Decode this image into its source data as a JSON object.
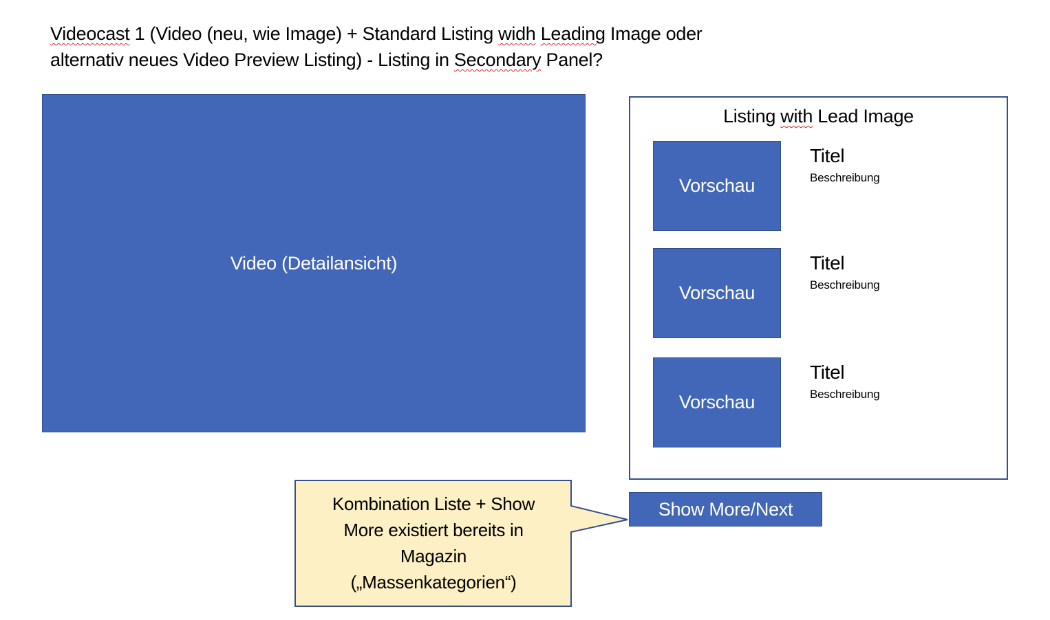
{
  "heading": {
    "line1_part1": "Videocast",
    "line1_part2": " 1 (Video (neu, wie Image) + Standard Listing ",
    "line1_part3": "widh",
    "line1_part4": " ",
    "line1_part5": "Leading",
    "line1_part6": " Image oder",
    "line2_part1": "alternativ neues Video Preview Listing) - Listing in ",
    "line2_part2": "Secondary",
    "line2_part3": " Panel?"
  },
  "video": {
    "label": "Video (Detailansicht)"
  },
  "listing": {
    "title_part1": "Listing ",
    "title_part2": "with",
    "title_part3": " Lead Image",
    "items": [
      {
        "thumb_label": "Vorschau",
        "title": "Titel",
        "description": "Beschreibung"
      },
      {
        "thumb_label": "Vorschau",
        "title": "Titel",
        "description": "Beschreibung"
      },
      {
        "thumb_label": "Vorschau",
        "title": "Titel",
        "description": "Beschreibung"
      }
    ]
  },
  "show_more": {
    "label": "Show More/Next"
  },
  "callout": {
    "line1": "Kombination Liste + Show",
    "line2": "More existiert bereits in",
    "line3": "Magazin",
    "line4": "(„Massenkategorien“)"
  },
  "colors": {
    "box_fill": "#4267b8",
    "box_border": "#2f4f8a",
    "callout_fill": "#fdf0c4",
    "callout_border": "#34508a",
    "spellcheck": "#e0262b"
  }
}
